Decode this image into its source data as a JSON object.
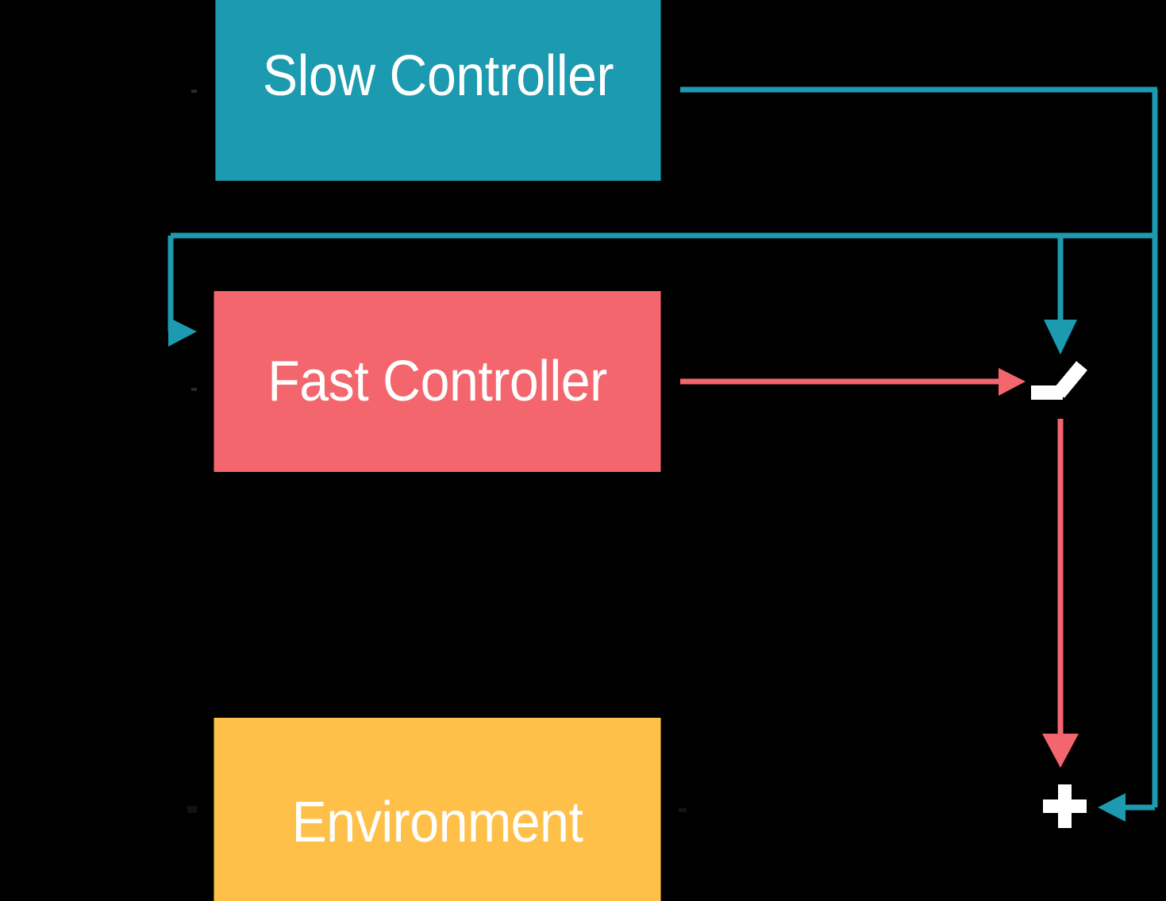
{
  "diagram": {
    "title": "Hierarchical controller block diagram",
    "background_color": "#000000",
    "colors": {
      "slow_controller": "#1B9AB0",
      "fast_controller": "#F4666E",
      "environment": "#FFC04A",
      "teal_line": "#1B9AB0",
      "red_line": "#F4666E",
      "symbol_white": "#FFFFFF"
    },
    "nodes": [
      {
        "id": "slow-controller",
        "label": "Slow Controller",
        "color": "#1B9AB0"
      },
      {
        "id": "fast-controller",
        "label": "Fast Controller",
        "color": "#F4666E"
      },
      {
        "id": "environment",
        "label": "Environment",
        "color": "#FFC04A"
      }
    ],
    "symbols": [
      {
        "id": "switch",
        "name": "switch-symbol",
        "label": ""
      },
      {
        "id": "sum",
        "name": "sum-junction",
        "label": "+"
      }
    ],
    "edges": [
      {
        "id": "slow-to-right-rail",
        "from": "slow-controller",
        "to": "right-rail",
        "color": "#1B9AB0"
      },
      {
        "id": "slow-to-fast",
        "from": "slow-controller",
        "to": "fast-controller",
        "color": "#1B9AB0"
      },
      {
        "id": "slow-to-switch",
        "from": "slow-controller",
        "to": "switch",
        "color": "#1B9AB0"
      },
      {
        "id": "fast-to-switch",
        "from": "fast-controller",
        "to": "switch",
        "color": "#F4666E"
      },
      {
        "id": "switch-to-sum",
        "from": "switch",
        "to": "sum",
        "color": "#F4666E"
      },
      {
        "id": "rail-to-sum",
        "from": "right-rail",
        "to": "sum",
        "color": "#1B9AB0"
      }
    ]
  }
}
